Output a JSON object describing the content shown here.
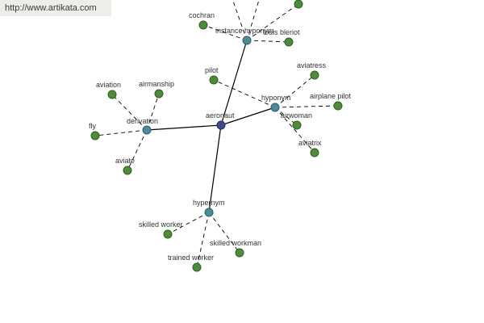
{
  "banner": {
    "url": "http://www.artikata.com"
  },
  "colors": {
    "leaf": "#4e8b3a",
    "leaf_stroke": "#2f5e22",
    "relation": "#4a8c97",
    "relation_stroke": "#2b5d66",
    "root": "#3b4a8c",
    "root_stroke": "#222c5c",
    "edge": "#000000"
  },
  "graph": {
    "nodes": [
      {
        "id": "aeronaut",
        "label": "aeronaut",
        "kind": "root"
      },
      {
        "id": "derivation",
        "label": "derivation",
        "kind": "relation"
      },
      {
        "id": "hyponym",
        "label": "hyponym",
        "kind": "relation"
      },
      {
        "id": "instance_hyponym",
        "label": "instance hyponym",
        "kind": "relation"
      },
      {
        "id": "hypernym",
        "label": "hypernym",
        "kind": "relation"
      },
      {
        "id": "aviation",
        "label": "aviation",
        "kind": "leaf"
      },
      {
        "id": "airmanship",
        "label": "airmanship",
        "kind": "leaf"
      },
      {
        "id": "fly",
        "label": "fly",
        "kind": "leaf"
      },
      {
        "id": "aviate",
        "label": "aviate",
        "kind": "leaf"
      },
      {
        "id": "pilot",
        "label": "pilot",
        "kind": "leaf"
      },
      {
        "id": "aviatress",
        "label": "aviatress",
        "kind": "leaf"
      },
      {
        "id": "airplane_pilot",
        "label": "airplane pilot",
        "kind": "leaf"
      },
      {
        "id": "airwoman",
        "label": "airwoman",
        "kind": "leaf"
      },
      {
        "id": "aviatrix",
        "label": "aviatrix",
        "kind": "leaf"
      },
      {
        "id": "cochran",
        "label": "cochran",
        "kind": "leaf"
      },
      {
        "id": "louis_bleriot",
        "label": "louis bleriot",
        "kind": "leaf"
      },
      {
        "id": "top_a",
        "label": "",
        "kind": "leaf"
      },
      {
        "id": "skilled_worker",
        "label": "skilled worker",
        "kind": "leaf"
      },
      {
        "id": "skilled_workman",
        "label": "skilled workman",
        "kind": "leaf"
      },
      {
        "id": "trained_worker",
        "label": "trained worker",
        "kind": "leaf"
      }
    ],
    "edges": [
      {
        "from": "aeronaut",
        "to": "derivation",
        "style": "solid"
      },
      {
        "from": "aeronaut",
        "to": "hyponym",
        "style": "solid"
      },
      {
        "from": "aeronaut",
        "to": "instance_hyponym",
        "style": "solid"
      },
      {
        "from": "aeronaut",
        "to": "hypernym",
        "style": "solid"
      },
      {
        "from": "derivation",
        "to": "aviation",
        "style": "dashed"
      },
      {
        "from": "derivation",
        "to": "airmanship",
        "style": "dashed"
      },
      {
        "from": "derivation",
        "to": "fly",
        "style": "dashed"
      },
      {
        "from": "derivation",
        "to": "aviate",
        "style": "dashed"
      },
      {
        "from": "hyponym",
        "to": "pilot",
        "style": "dashed"
      },
      {
        "from": "hyponym",
        "to": "aviatress",
        "style": "dashed"
      },
      {
        "from": "hyponym",
        "to": "airplane_pilot",
        "style": "dashed"
      },
      {
        "from": "hyponym",
        "to": "airwoman",
        "style": "dashed"
      },
      {
        "from": "hyponym",
        "to": "aviatrix",
        "style": "dashed"
      },
      {
        "from": "instance_hyponym",
        "to": "cochran",
        "style": "dashed"
      },
      {
        "from": "instance_hyponym",
        "to": "louis_bleriot",
        "style": "dashed"
      },
      {
        "from": "instance_hyponym",
        "to": "top_a",
        "style": "dashed"
      },
      {
        "from": "instance_hyponym",
        "to": "off_1",
        "style": "dashed"
      },
      {
        "from": "instance_hyponym",
        "to": "off_2",
        "style": "dashed"
      },
      {
        "from": "hypernym",
        "to": "skilled_worker",
        "style": "dashed"
      },
      {
        "from": "hypernym",
        "to": "skilled_workman",
        "style": "dashed"
      },
      {
        "from": "hypernym",
        "to": "trained_worker",
        "style": "dashed"
      }
    ]
  }
}
